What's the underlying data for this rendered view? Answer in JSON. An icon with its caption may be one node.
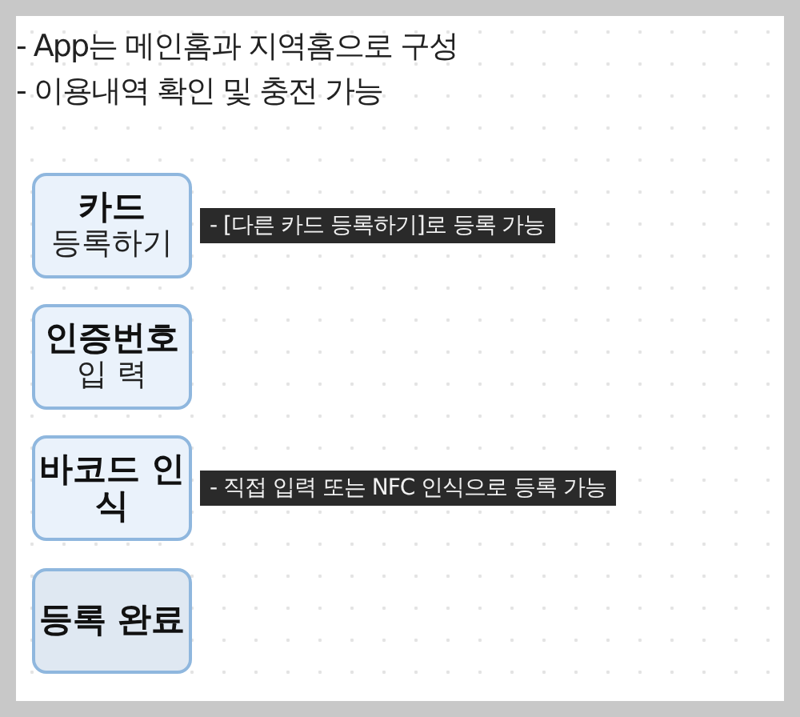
{
  "diagram": {
    "nodes": [
      {
        "text": [
          "카드",
          "등록하기"
        ],
        "beside": [
          "- [다른 카드 등록하기]로 등록 가능"
        ]
      },
      {
        "text": [
          "인증번호",
          "입 력"
        ]
      },
      {
        "text": [
          "바코드 인식"
        ],
        "beside": [
          "- 직접 입력 또는 NFC 인식으로 등록 가능"
        ]
      },
      {
        "text": [
          "등록 완료"
        ]
      }
    ],
    "labels": [
      "- App는 메인홈과 지역홈으로 구성",
      "- 이용내역 확인 및 충전 가능"
    ]
  }
}
